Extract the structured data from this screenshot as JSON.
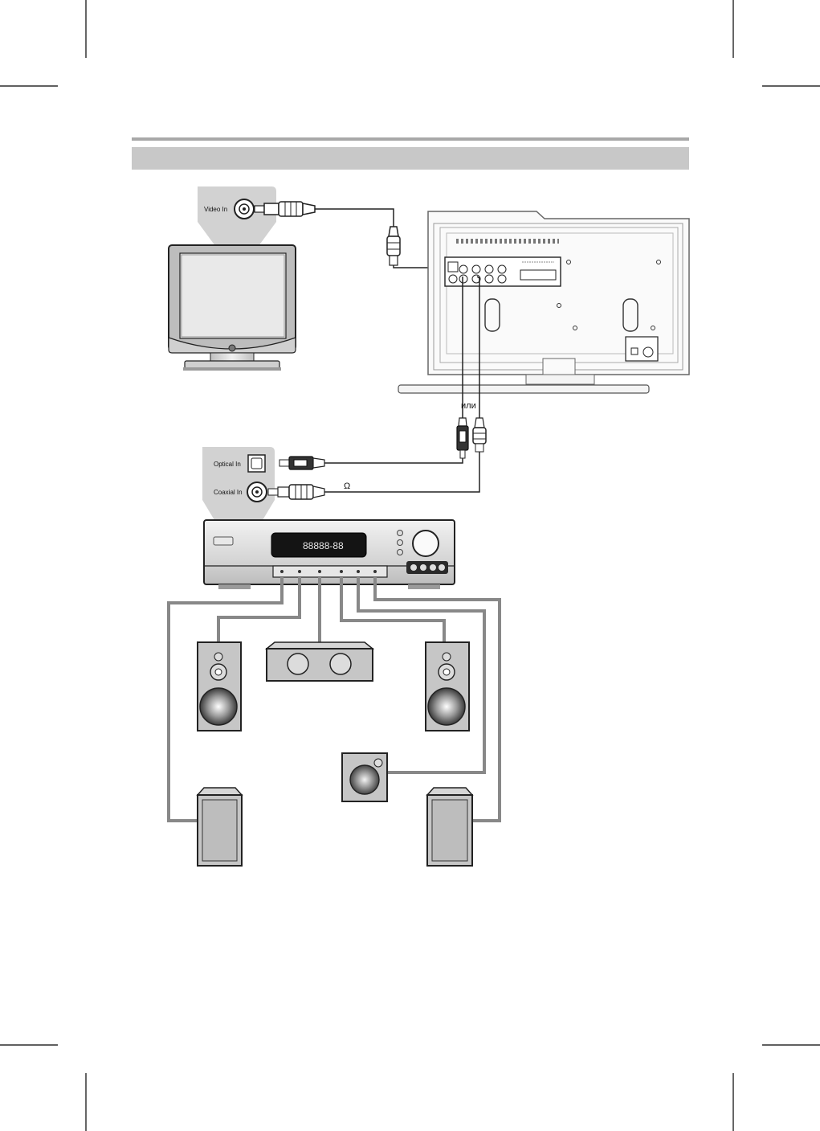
{
  "labels": {
    "video_in": "Video In",
    "optical_in": "Optical In",
    "coaxial_in": "Coaxial In",
    "or": "или",
    "ohm": "Ω"
  },
  "receiver": {
    "display": "88888-88"
  },
  "colors": {
    "banner_gray": "#c8c8c8",
    "top_rule": "#a8a8a8",
    "cable_gray": "#888888",
    "callout_gray": "#d2d2d2"
  }
}
